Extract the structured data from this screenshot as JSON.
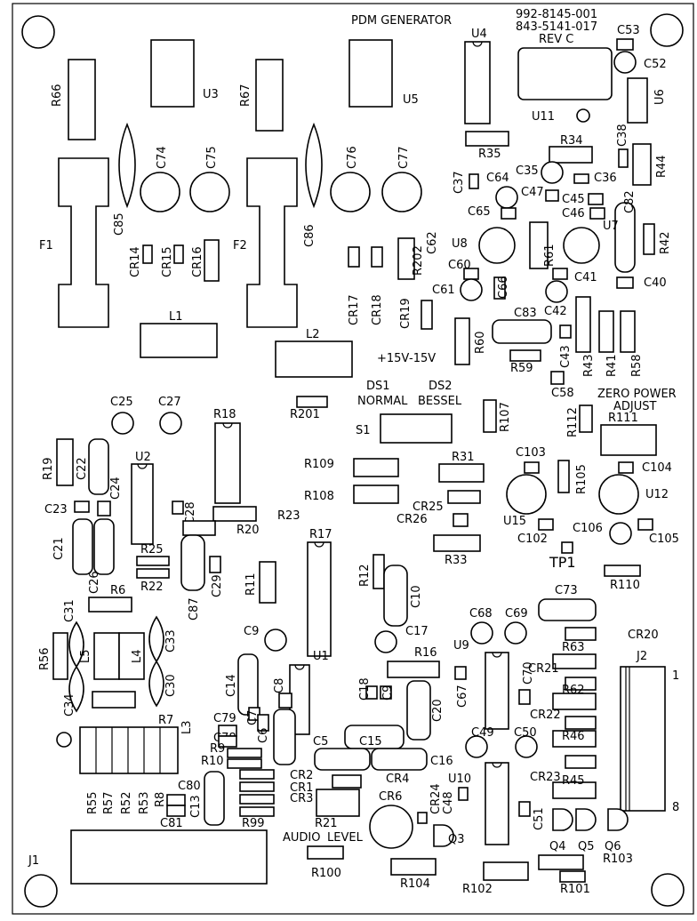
{
  "header": {
    "title": "PDM GENERATOR",
    "part_number_1": "992-8145-001",
    "part_number_2": "843-5141-017",
    "revision": "REV C"
  },
  "labels": {
    "R66": "R66",
    "U3": "U3",
    "R67": "R67",
    "U5": "U5",
    "U4": "U4",
    "U11": "U11",
    "U6": "U6",
    "C53": "C53",
    "C52": "C52",
    "R35": "R35",
    "R34": "R34",
    "C38": "C38",
    "R44": "R44",
    "C37": "C37",
    "C64": "C64",
    "C35": "C35",
    "C36": "C36",
    "C47": "C47",
    "C45": "C45",
    "C65": "C65",
    "C46": "C46",
    "C82": "C82",
    "C74": "C74",
    "C75": "C75",
    "C76": "C76",
    "C77": "C77",
    "C85": "C85",
    "C86": "C86",
    "F1": "F1",
    "F2": "F2",
    "CR14": "CR14",
    "CR15": "CR15",
    "CR16": "CR16",
    "U8": "U8",
    "R61": "R61",
    "U7": "U7",
    "R42": "R42",
    "C62": "C62",
    "R202": "R202",
    "C60": "C60",
    "C41": "C41",
    "C40": "C40",
    "C61": "C61",
    "C66": "C66",
    "C42": "C42",
    "L1": "L1",
    "CR17": "CR17",
    "CR18": "CR18",
    "CR19": "CR19",
    "C83": "C83",
    "R60": "R60",
    "L2": "L2",
    "C43": "C43",
    "R43": "R43",
    "R41": "R41",
    "R58": "R58",
    "R59": "R59",
    "PLUS15V": "+15V",
    "MINUS15V": "-15V",
    "DS1": "DS1",
    "DS2": "DS2",
    "NORMAL": "NORMAL",
    "BESSEL": "BESSEL",
    "C58": "C58",
    "ZERO_POWER": "ZERO POWER",
    "ADJUST": "ADJUST",
    "R111": "R111",
    "R112": "R112",
    "R201": "R201",
    "C25": "C25",
    "C27": "C27",
    "R18": "R18",
    "R107": "R107",
    "S1": "S1",
    "R19": "R19",
    "C22": "C22",
    "U2": "U2",
    "R109": "R109",
    "R31": "R31",
    "C103": "C103",
    "C104": "C104",
    "R105": "R105",
    "U12": "U12",
    "C23": "C23",
    "C24": "C24",
    "R108": "R108",
    "CR25": "CR25",
    "CR26": "CR26",
    "U15": "U15",
    "C28": "C28",
    "R23": "R23",
    "R20": "R20",
    "C102": "C102",
    "C106": "C106",
    "C105": "C105",
    "C21": "C21",
    "R25": "R25",
    "R17": "R17",
    "R33": "R33",
    "TP1": "TP1",
    "R12": "R12",
    "C26": "C26",
    "R22": "R22",
    "C87": "C87",
    "C29": "C29",
    "R11": "R11",
    "C10": "C10",
    "R110": "R110",
    "R6": "R6",
    "C73": "C73",
    "C31": "C31",
    "C68": "C68",
    "C69": "C69",
    "R56": "R56",
    "L5": "L5",
    "L4": "L4",
    "C33": "C33",
    "C9_top": "C9",
    "C17": "C17",
    "U9": "U9",
    "R63": "R63",
    "CR20": "CR20",
    "J2": "J2",
    "J2_pin1": "1",
    "C30": "C30",
    "R16": "R16",
    "CR21": "CR21",
    "C34": "C34",
    "R7": "R7",
    "C14": "C14",
    "C8": "C8",
    "U1": "U1",
    "C70": "C70",
    "C67": "C67",
    "R62": "R62",
    "C18": "C18",
    "C9_mid": "C9",
    "C20": "C20",
    "C7": "C7",
    "CR22": "CR22",
    "L3": "L3",
    "C79": "C79",
    "C6": "C6",
    "C49": "C49",
    "C50": "C50",
    "R46": "R46",
    "C78": "C78",
    "R9": "R9",
    "C5": "C5",
    "C15": "C15",
    "R10": "R10",
    "C16": "C16",
    "CR2": "CR2",
    "CR4": "CR4",
    "CR23": "CR23",
    "C80": "C80",
    "CR1": "CR1",
    "U10": "U10",
    "R45": "R45",
    "J2_pin8": "8",
    "CR3": "CR3",
    "CR24": "CR24",
    "C48": "C48",
    "R55": "R55",
    "R57": "R57",
    "R52": "R52",
    "R53": "R53",
    "R8": "R8",
    "C13": "C13",
    "CR6": "CR6",
    "C51": "C51",
    "C81": "C81",
    "R99": "R99",
    "R21": "R21",
    "AUDIO": "AUDIO",
    "LEVEL": "LEVEL",
    "Q3": "Q3",
    "Q4": "Q4",
    "Q5": "Q5",
    "Q6": "Q6",
    "R103": "R103",
    "J1": "J1",
    "R100": "R100",
    "R104": "R104",
    "R102": "R102",
    "R101": "R101"
  }
}
